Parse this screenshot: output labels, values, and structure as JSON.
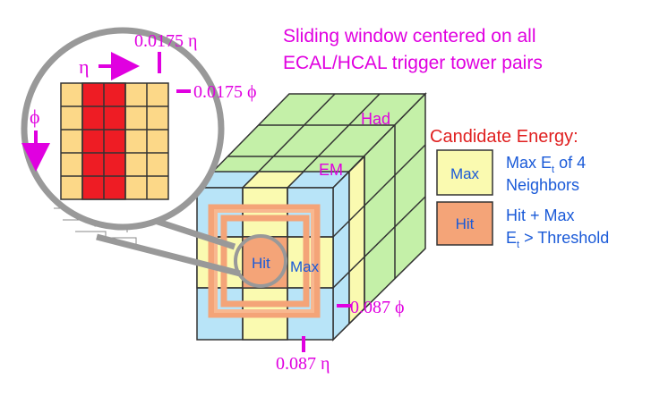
{
  "title": {
    "line1": "Sliding window centered on all",
    "line2": "ECAL/HCAL trigger tower pairs"
  },
  "zoom": {
    "eta_granularity": "0.0175 η",
    "phi_granularity": "0.0175 ϕ",
    "eta_symbol": "η",
    "phi_symbol": "ϕ"
  },
  "cube": {
    "had_label": "Had",
    "em_label": "EM",
    "hit_label": "Hit",
    "max_label": "Max",
    "phi_granularity": "0.087 ϕ",
    "eta_granularity": "0.087 η"
  },
  "legend": {
    "heading": "Candidate Energy:",
    "max": {
      "box_label": "Max",
      "desc_line1_pre": "Max E",
      "desc_line1_sub": "t",
      "desc_line1_post": " of 4",
      "desc_line2": "Neighbors"
    },
    "hit": {
      "box_label": "Hit",
      "desc_line1": "Hit + Max",
      "desc_line2_pre": "E",
      "desc_line2_sub": "t",
      "desc_line2_post": " > Threshold"
    }
  },
  "colors": {
    "magenta": "#e000e0",
    "blue": "#1a5ad8",
    "red": "#e02020",
    "cyan_tower": "#b8e4f8",
    "yellow_tower": "#fafab0",
    "green_tower": "#c4f0a8",
    "hit_tower": "#f4a478",
    "crystal_yellow": "#fcd888",
    "crystal_red": "#ee1c24"
  }
}
